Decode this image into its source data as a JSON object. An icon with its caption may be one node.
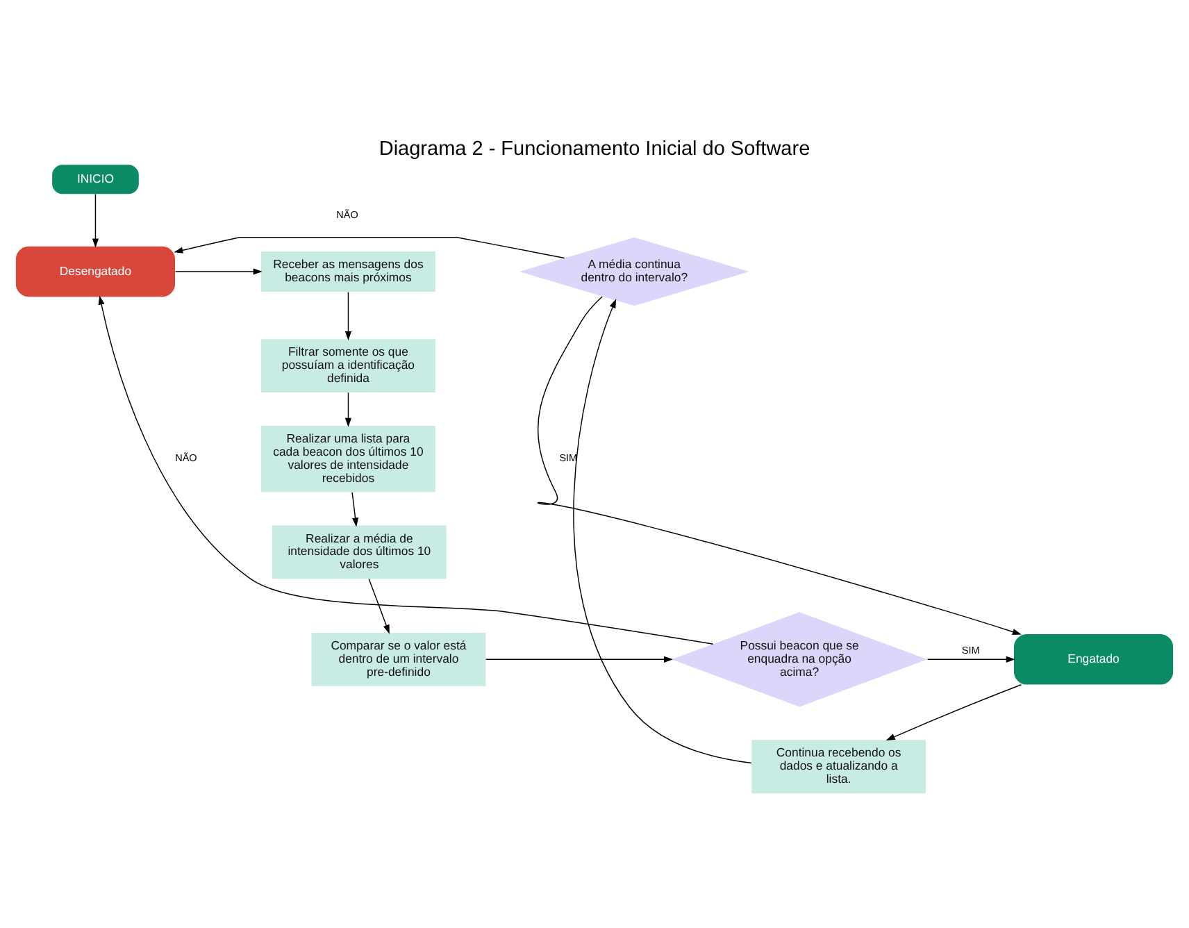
{
  "diagram": {
    "title": "Diagrama 2 - Funcionamento Inicial do Software",
    "nodes": [
      {
        "text": [
          "INICIO"
        ]
      },
      {
        "text": [
          "Desengatado"
        ]
      },
      {
        "text": [
          "Receber as mensagens dos beacons mais próximos"
        ]
      },
      {
        "text": [
          "Filtrar somente os que possuíam a identificação definida"
        ]
      },
      {
        "text": [
          "Realizar uma lista para cada beacon dos últimos 10 valores de intensidade recebidos"
        ]
      },
      {
        "text": [
          "Realizar a média de intensidade dos últimos 10 valores"
        ]
      },
      {
        "text": [
          "Comparar se o valor está dentro de um intervalo pre-definido"
        ]
      },
      {
        "text": [
          "Possui beacon que se enquadra na opção acima?"
        ]
      },
      {
        "text": [
          "Engatado"
        ]
      },
      {
        "text": [
          "Continua recebendo os dados e atualizando a lista."
        ]
      },
      {
        "text": [
          "A média continua dentro do intervalo?"
        ]
      }
    ],
    "edges": [
      {
        "from": 0,
        "to": 1,
        "arrow": "to"
      },
      {
        "from": 1,
        "to": 2,
        "arrow": "to"
      },
      {
        "from": 2,
        "to": 3,
        "arrow": "to"
      },
      {
        "from": 3,
        "to": 4,
        "arrow": "to"
      },
      {
        "from": 4,
        "to": 5,
        "arrow": "to"
      },
      {
        "from": 5,
        "to": 6,
        "arrow": "to"
      },
      {
        "from": 6,
        "to": 7,
        "arrow": "to"
      },
      {
        "from": 7,
        "to": 8,
        "arrow": "to",
        "label": "SIM"
      },
      {
        "from": 7,
        "to": 1,
        "arrow": "to",
        "label": "NÃO"
      },
      {
        "from": 8,
        "to": 9,
        "arrow": "to"
      },
      {
        "from": 9,
        "to": 10,
        "arrow": "to"
      },
      {
        "from": 10,
        "to": 1,
        "arrow": "to",
        "label": "NÃO"
      },
      {
        "from": 10,
        "to": 8,
        "arrow": "to",
        "label": "SIM"
      }
    ]
  }
}
